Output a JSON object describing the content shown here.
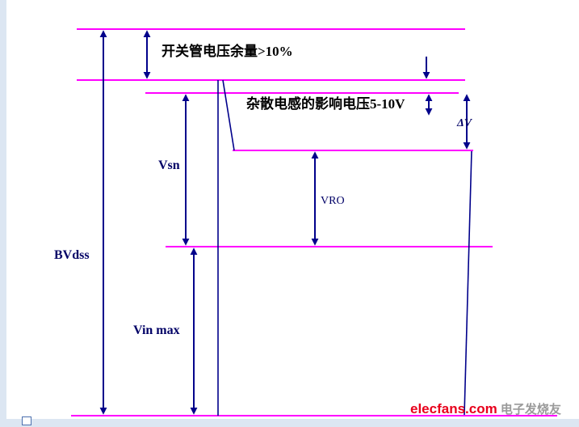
{
  "diagram": {
    "labels": {
      "margin": "开关管电压余量>10%",
      "stray": "杂散电感的影响电压5-10V",
      "delta_v": "ΔV",
      "vsn": "Vsn",
      "vro": "VRO",
      "bvdss": "BVdss",
      "vin_max": "Vin max"
    }
  },
  "watermark": {
    "brand": "elecfans.com",
    "suffix": " 电子发烧友"
  },
  "colors": {
    "level-line": "#ff00ff",
    "arrow": "#00008b",
    "latin-label": "#000066",
    "cjk-label": "#000000",
    "brand-red": "#e8001c",
    "brand-gray": "#9a9a9a",
    "edge": "#dce6f2"
  }
}
